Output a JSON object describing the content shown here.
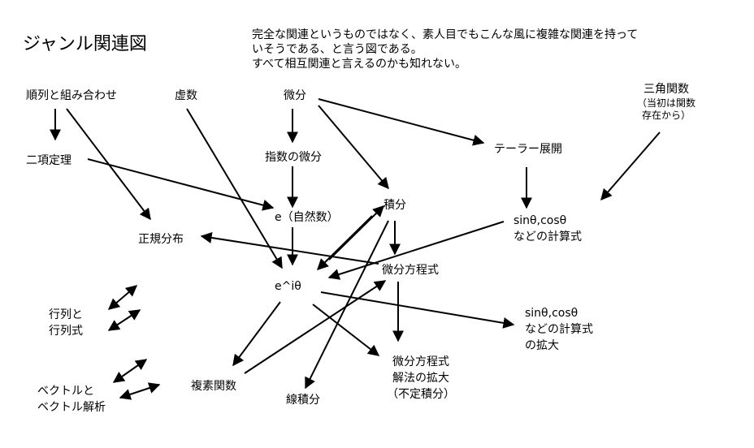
{
  "title": "ジャンル関連図",
  "note": {
    "line1": "完全な関連というものではなく、素人目でもこんな風に複雑な関連を持って",
    "line2": "いそうである、と言う図である。",
    "line3": "すべて相互関連と言えるのかも知れない。"
  },
  "nodes": {
    "permutations": "順列と組み合わせ",
    "imaginary": "虚数",
    "differential": "微分",
    "trig_main": "三角関数",
    "trig_note1": "（当初は関数",
    "trig_note2": "存在から）",
    "binomial": "二項定理",
    "exp_diff": "指数の微分",
    "taylor": "テーラー展開",
    "integral": "積分",
    "e_natural": "e（自然数）",
    "trig_calc1": "sinθ,cosθ",
    "trig_calc2": "などの計算式",
    "normal_dist": "正規分布",
    "diff_eq": "微分方程式",
    "euler": "e^iθ",
    "matrix1": "行列と",
    "matrix2": "行列式",
    "trig_ext1": "sinθ,cosθ",
    "trig_ext2": "などの計算式",
    "trig_ext3": "の拡大",
    "diff_eq_sol1": "微分方程式",
    "diff_eq_sol2": "解法の拡大",
    "diff_eq_sol3": "（不定積分）",
    "vector1": "ベクトルと",
    "vector2": "ベクトル解析",
    "complex_func": "複素関数",
    "line_integral": "線積分"
  }
}
